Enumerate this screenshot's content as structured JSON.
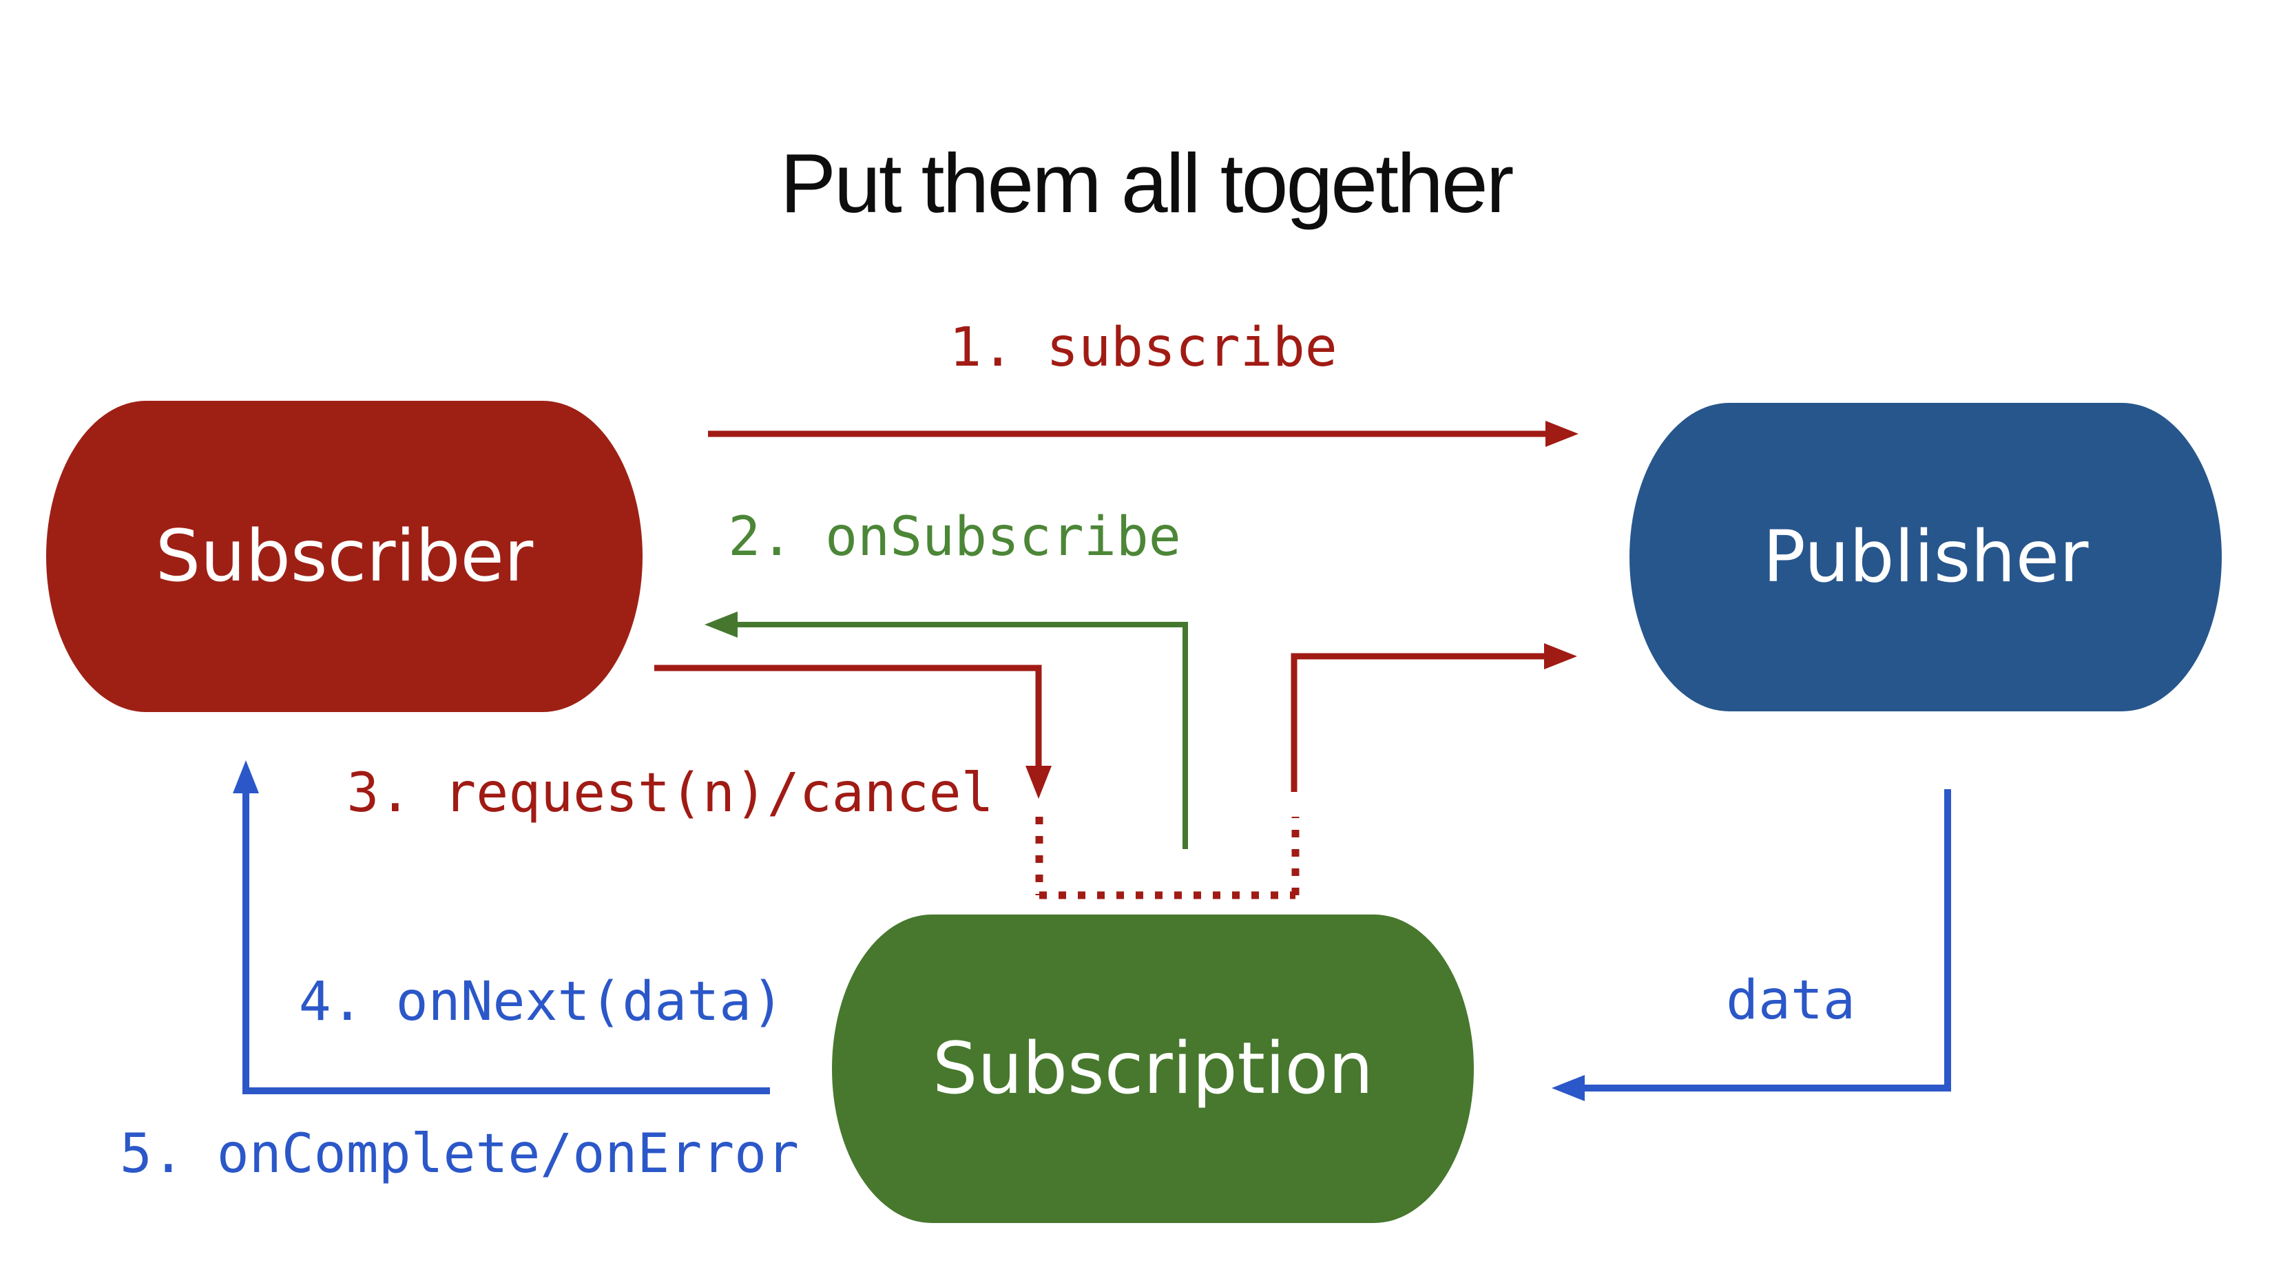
{
  "title": "Put them all together",
  "colors": {
    "background": "#FFFFFF",
    "title_text": "#0D0D0D",
    "subscriber_fill": "#9E2015",
    "publisher_fill": "#27568C",
    "subscription_fill": "#47782E",
    "node_text": "#FFFFFF",
    "red_arrow": "#A01B14",
    "green_arrow": "#45782E",
    "green_label": "#4C8637",
    "blue_arrow": "#2B57C8"
  },
  "nodes": {
    "subscriber": {
      "label": "Subscriber",
      "color": "#9E2015"
    },
    "publisher": {
      "label": "Publisher",
      "color": "#27568C"
    },
    "subscription": {
      "label": "Subscription",
      "color": "#47782E"
    }
  },
  "edges": [
    {
      "label": "1. subscribe",
      "from": "Subscriber",
      "to": "Publisher",
      "color": "#A01B14",
      "style": "solid"
    },
    {
      "label": "2. onSubscribe",
      "from": "Subscription",
      "to": "Subscriber",
      "color": "#45782E",
      "style": "solid"
    },
    {
      "label": "3. request(n)/cancel",
      "from": "Subscriber",
      "to": "Subscription",
      "color": "#A01B14",
      "style": "solid"
    },
    {
      "label": "4. onNext(data)",
      "from": "Subscription",
      "to": "Subscriber",
      "color": "#2B57C8",
      "style": "solid"
    },
    {
      "label": "5. onComplete/onError",
      "from": "Subscription",
      "to": "Subscriber",
      "color": "#2B57C8",
      "style": "solid"
    },
    {
      "label": "data",
      "from": "Publisher",
      "to": "Subscription",
      "color": "#2B57C8",
      "style": "solid"
    }
  ],
  "connector": {
    "type": "dotted-bracket",
    "color": "#A01B14",
    "between": [
      "Subscriber arrow",
      "Publisher arrow"
    ],
    "attached_to": "Subscription"
  }
}
